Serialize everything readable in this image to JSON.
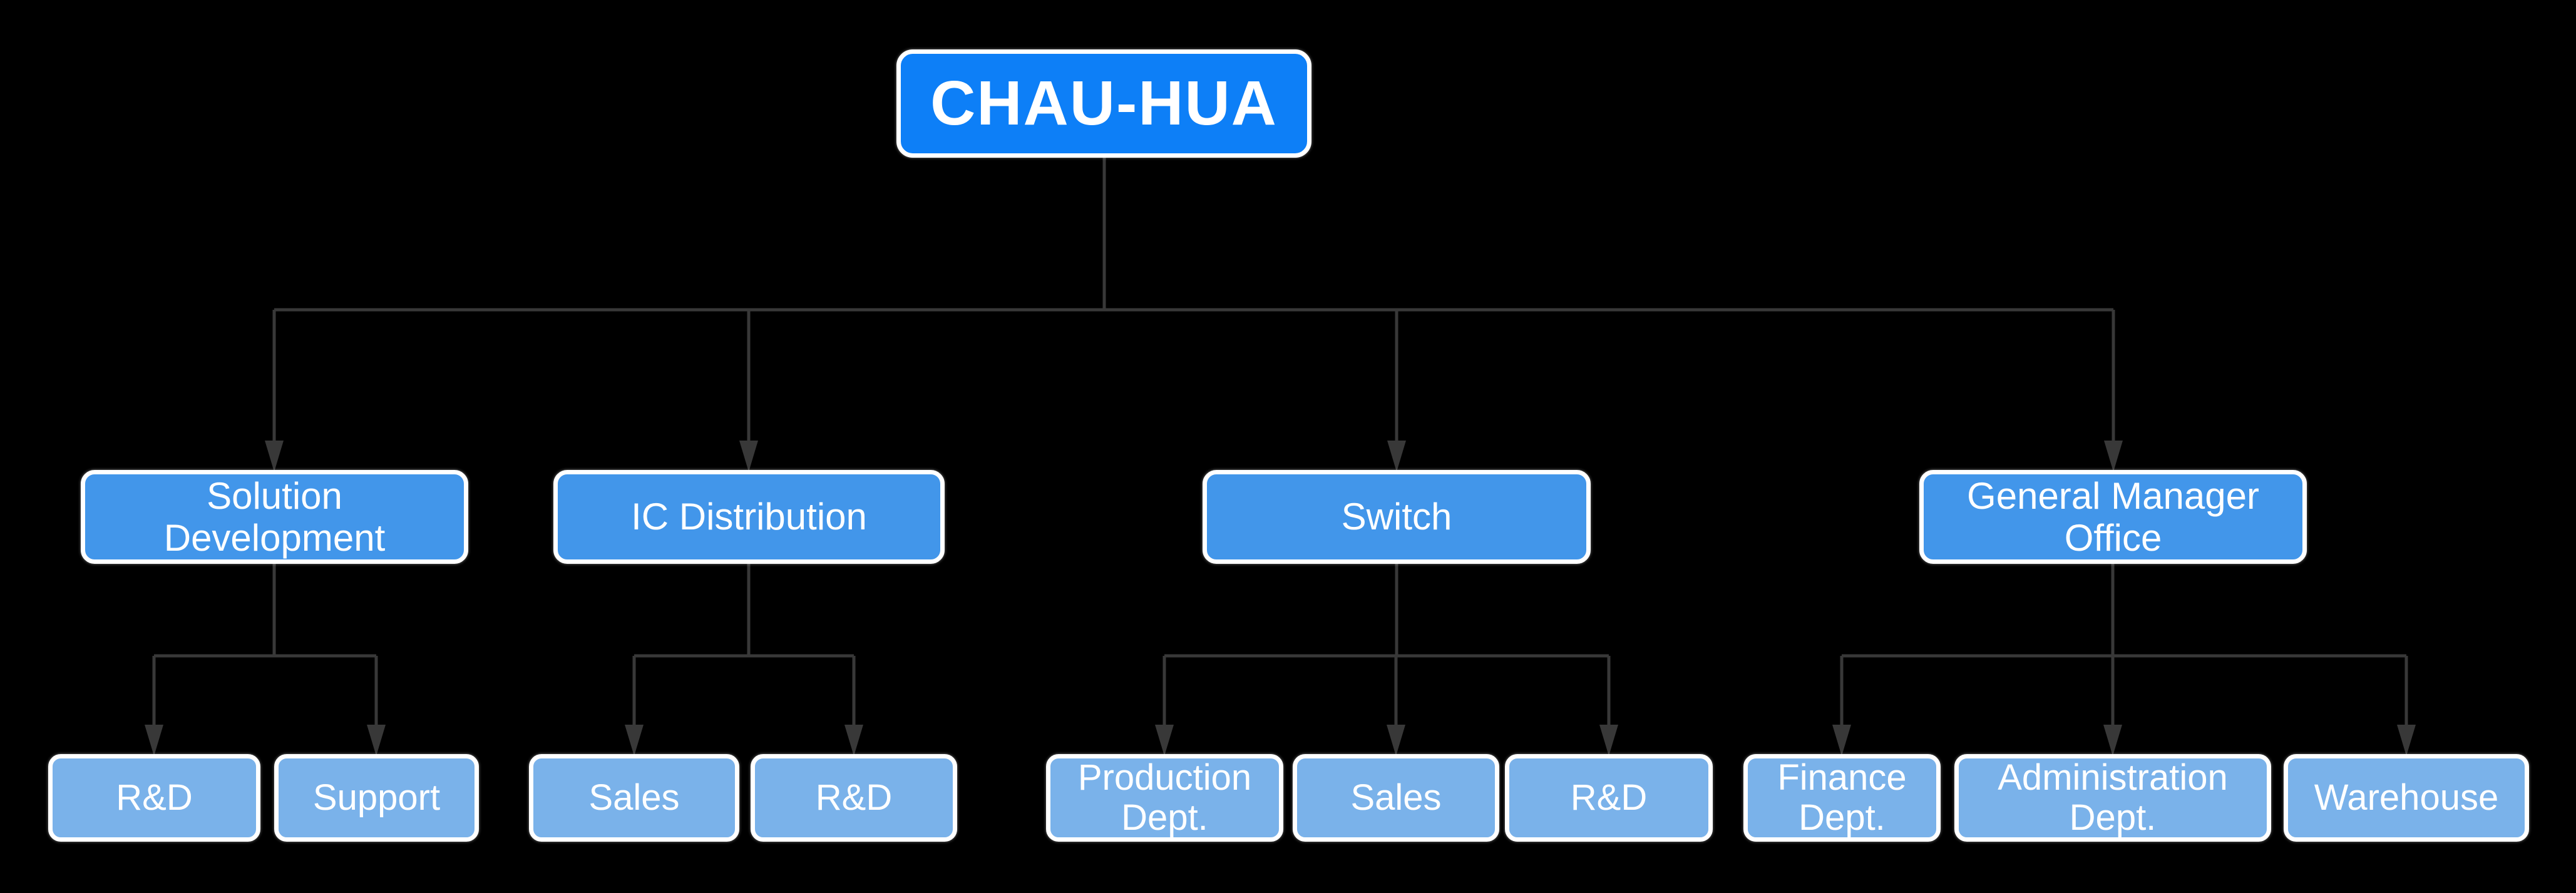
{
  "diagram": {
    "type": "org_chart",
    "root_label": "CHAU-HUA",
    "structure": [
      {
        "parent": "CHAU-HUA",
        "children": [
          "Solution Development",
          "IC Distribution",
          "Switch",
          "General Manager Office"
        ]
      },
      {
        "parent": "Solution Development",
        "children": [
          "R&D",
          "Support"
        ]
      },
      {
        "parent": "IC Distribution",
        "children": [
          "Sales",
          "R&D"
        ]
      },
      {
        "parent": "Switch",
        "children": [
          "Production Dept.",
          "Sales",
          "R&D"
        ]
      },
      {
        "parent": "General Manager Office",
        "children": [
          "Finance Dept.",
          "Administration Dept.",
          "Warehouse"
        ]
      }
    ]
  },
  "nodes": {
    "root": {
      "label": "CHAU-HUA"
    },
    "solution_development": {
      "label": "Solution Development"
    },
    "ic_distribution": {
      "label": "IC Distribution"
    },
    "switch": {
      "label": "Switch"
    },
    "general_manager_office": {
      "label": "General Manager Office"
    },
    "sd_rd": {
      "label": "R&D"
    },
    "sd_support": {
      "label": "Support"
    },
    "ic_sales": {
      "label": "Sales"
    },
    "ic_rd": {
      "label": "R&D"
    },
    "sw_production": {
      "label": "Production Dept."
    },
    "sw_sales": {
      "label": "Sales"
    },
    "sw_rd": {
      "label": "R&D"
    },
    "gm_finance": {
      "label": "Finance Dept."
    },
    "gm_administration": {
      "label": "Administration Dept."
    },
    "gm_warehouse": {
      "label": "Warehouse"
    }
  },
  "colors": {
    "background": "#000000",
    "root_fill": "#0d7ff7",
    "level2_fill": "#4296ea",
    "level3_fill": "#7ab2ea",
    "node_border": "#ffffff",
    "node_text": "#ffffff",
    "connector": "#383838"
  }
}
